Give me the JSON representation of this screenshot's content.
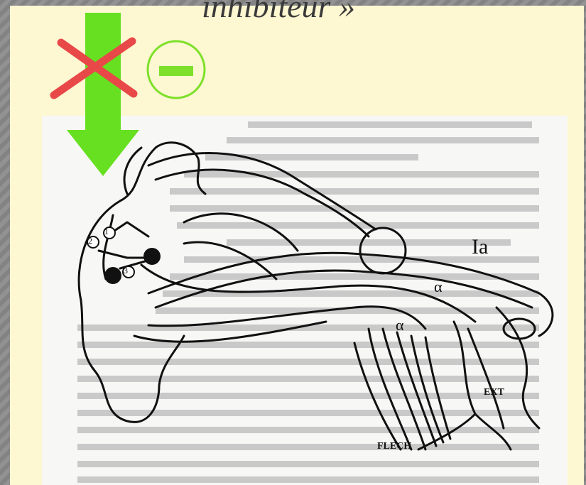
{
  "slide": {
    "title": "inhibiteur »"
  },
  "diagram": {
    "labels": {
      "ia": "Ia",
      "alpha_left": "α",
      "alpha_right": "α",
      "ext": "EXT",
      "flech": "FLECH",
      "neuron_1": "1",
      "neuron_2": "2",
      "neuron_3": "3"
    }
  },
  "overlay": {
    "minus_symbol": "−",
    "arrow_color": "#66e020",
    "cross_color": "#e84848",
    "minus_circle_color": "#7ee02a"
  }
}
